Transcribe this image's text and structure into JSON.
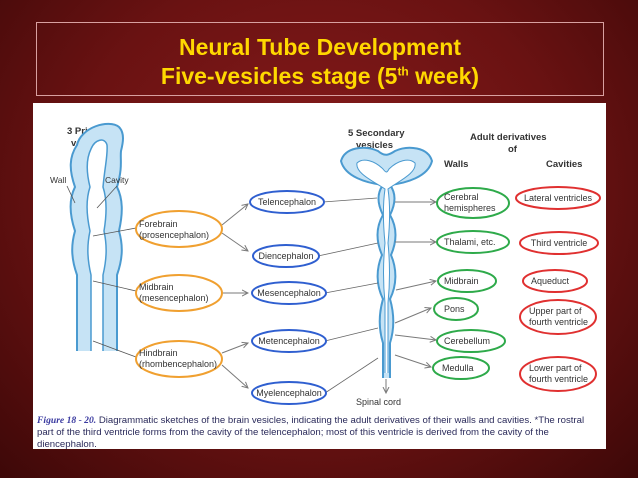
{
  "title": {
    "line1": "Neural Tube Development",
    "line2_prefix": "Five-vesicles stage (5",
    "line2_sup": "th",
    "line2_suffix": " week)"
  },
  "headers": {
    "primary_1": "3 Primary",
    "primary_2": "vesicles",
    "secondary_1": "5 Secondary",
    "secondary_2": "vesicles",
    "adult_1": "Adult derivatives",
    "adult_2": "of",
    "walls": "Walls",
    "cavities": "Cavities"
  },
  "tube_labels": {
    "wall": "Wall",
    "cavity": "Cavity",
    "spinal_cord": "Spinal cord"
  },
  "primary": [
    {
      "line1": "Forebrain",
      "line2": "(prosencephalon)"
    },
    {
      "line1": "Midbrain",
      "line2": "(mesencephalon)"
    },
    {
      "line1": "Hindbrain",
      "line2": "(rhombencephalon)"
    }
  ],
  "secondary": [
    "Telencephalon",
    "Diencephalon",
    "Mesencephalon",
    "Metencephalon",
    "Myelencephalon"
  ],
  "walls": [
    {
      "line1": "Cerebral",
      "line2": "hemispheres"
    },
    {
      "line1": "Thalami, etc.",
      "line2": ""
    },
    {
      "line1": "Midbrain",
      "line2": ""
    },
    {
      "line1": "Pons",
      "line2": ""
    },
    {
      "line1": "Cerebellum",
      "line2": ""
    },
    {
      "line1": "Medulla",
      "line2": ""
    }
  ],
  "cavities": [
    {
      "line1": "Lateral ventricles",
      "line2": ""
    },
    {
      "line1": "Third ventricle",
      "line2": ""
    },
    {
      "line1": "Aqueduct",
      "line2": ""
    },
    {
      "line1": "Upper part of",
      "line2": "fourth ventricle"
    },
    {
      "line1": "Lower part of",
      "line2": "fourth ventricle"
    }
  ],
  "caption": {
    "figure": "Figure 18 - 20.",
    "text": " Diagrammatic sketches of the brain vesicles, indicating the adult derivatives of their walls and cavities. *The rostral part of the third ventricle forms from the cavity of the telencephalon; most of this ventricle is derived from the cavity of the diencephalon."
  },
  "colors": {
    "background": "#6a1212",
    "title_text": "#ffd800",
    "tube_fill": "#c6e3f5",
    "tube_stroke": "#4a9ad0",
    "primary_oval": "#f0a030",
    "secondary_oval": "#2f5fd0",
    "walls_oval": "#2eaa4a",
    "cavities_oval": "#e03030"
  }
}
